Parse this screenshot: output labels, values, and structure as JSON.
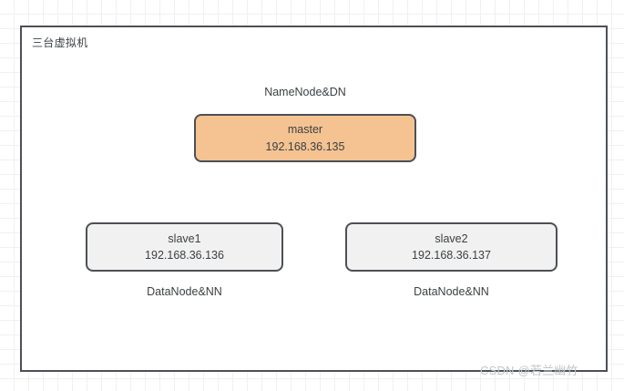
{
  "diagram": {
    "frame_title": "三台虚拟机",
    "nodes": [
      {
        "id": "master",
        "name": "master",
        "ip": "192.168.36.135",
        "role_label": "NameNode&DN",
        "role_position": "above",
        "fill_color": "#f4c391",
        "border_color": "#4c5055"
      },
      {
        "id": "slave1",
        "name": "slave1",
        "ip": "192.168.36.136",
        "role_label": "DataNode&NN",
        "role_position": "below",
        "fill_color": "#f1f1f1",
        "border_color": "#4c5055"
      },
      {
        "id": "slave2",
        "name": "slave2",
        "ip": "192.168.36.137",
        "role_label": "DataNode&NN",
        "role_position": "below",
        "fill_color": "#f1f1f1",
        "border_color": "#4c5055"
      }
    ],
    "edges": [
      {
        "from": "master",
        "to": "slave1",
        "style": "orthogonal-arrow"
      },
      {
        "from": "master",
        "to": "slave2",
        "style": "orthogonal-arrow"
      }
    ],
    "connector_color": "#3c4043",
    "grid_color": "#f0f0f0"
  },
  "watermark": {
    "text": "CSDN @若兰幽竹"
  }
}
